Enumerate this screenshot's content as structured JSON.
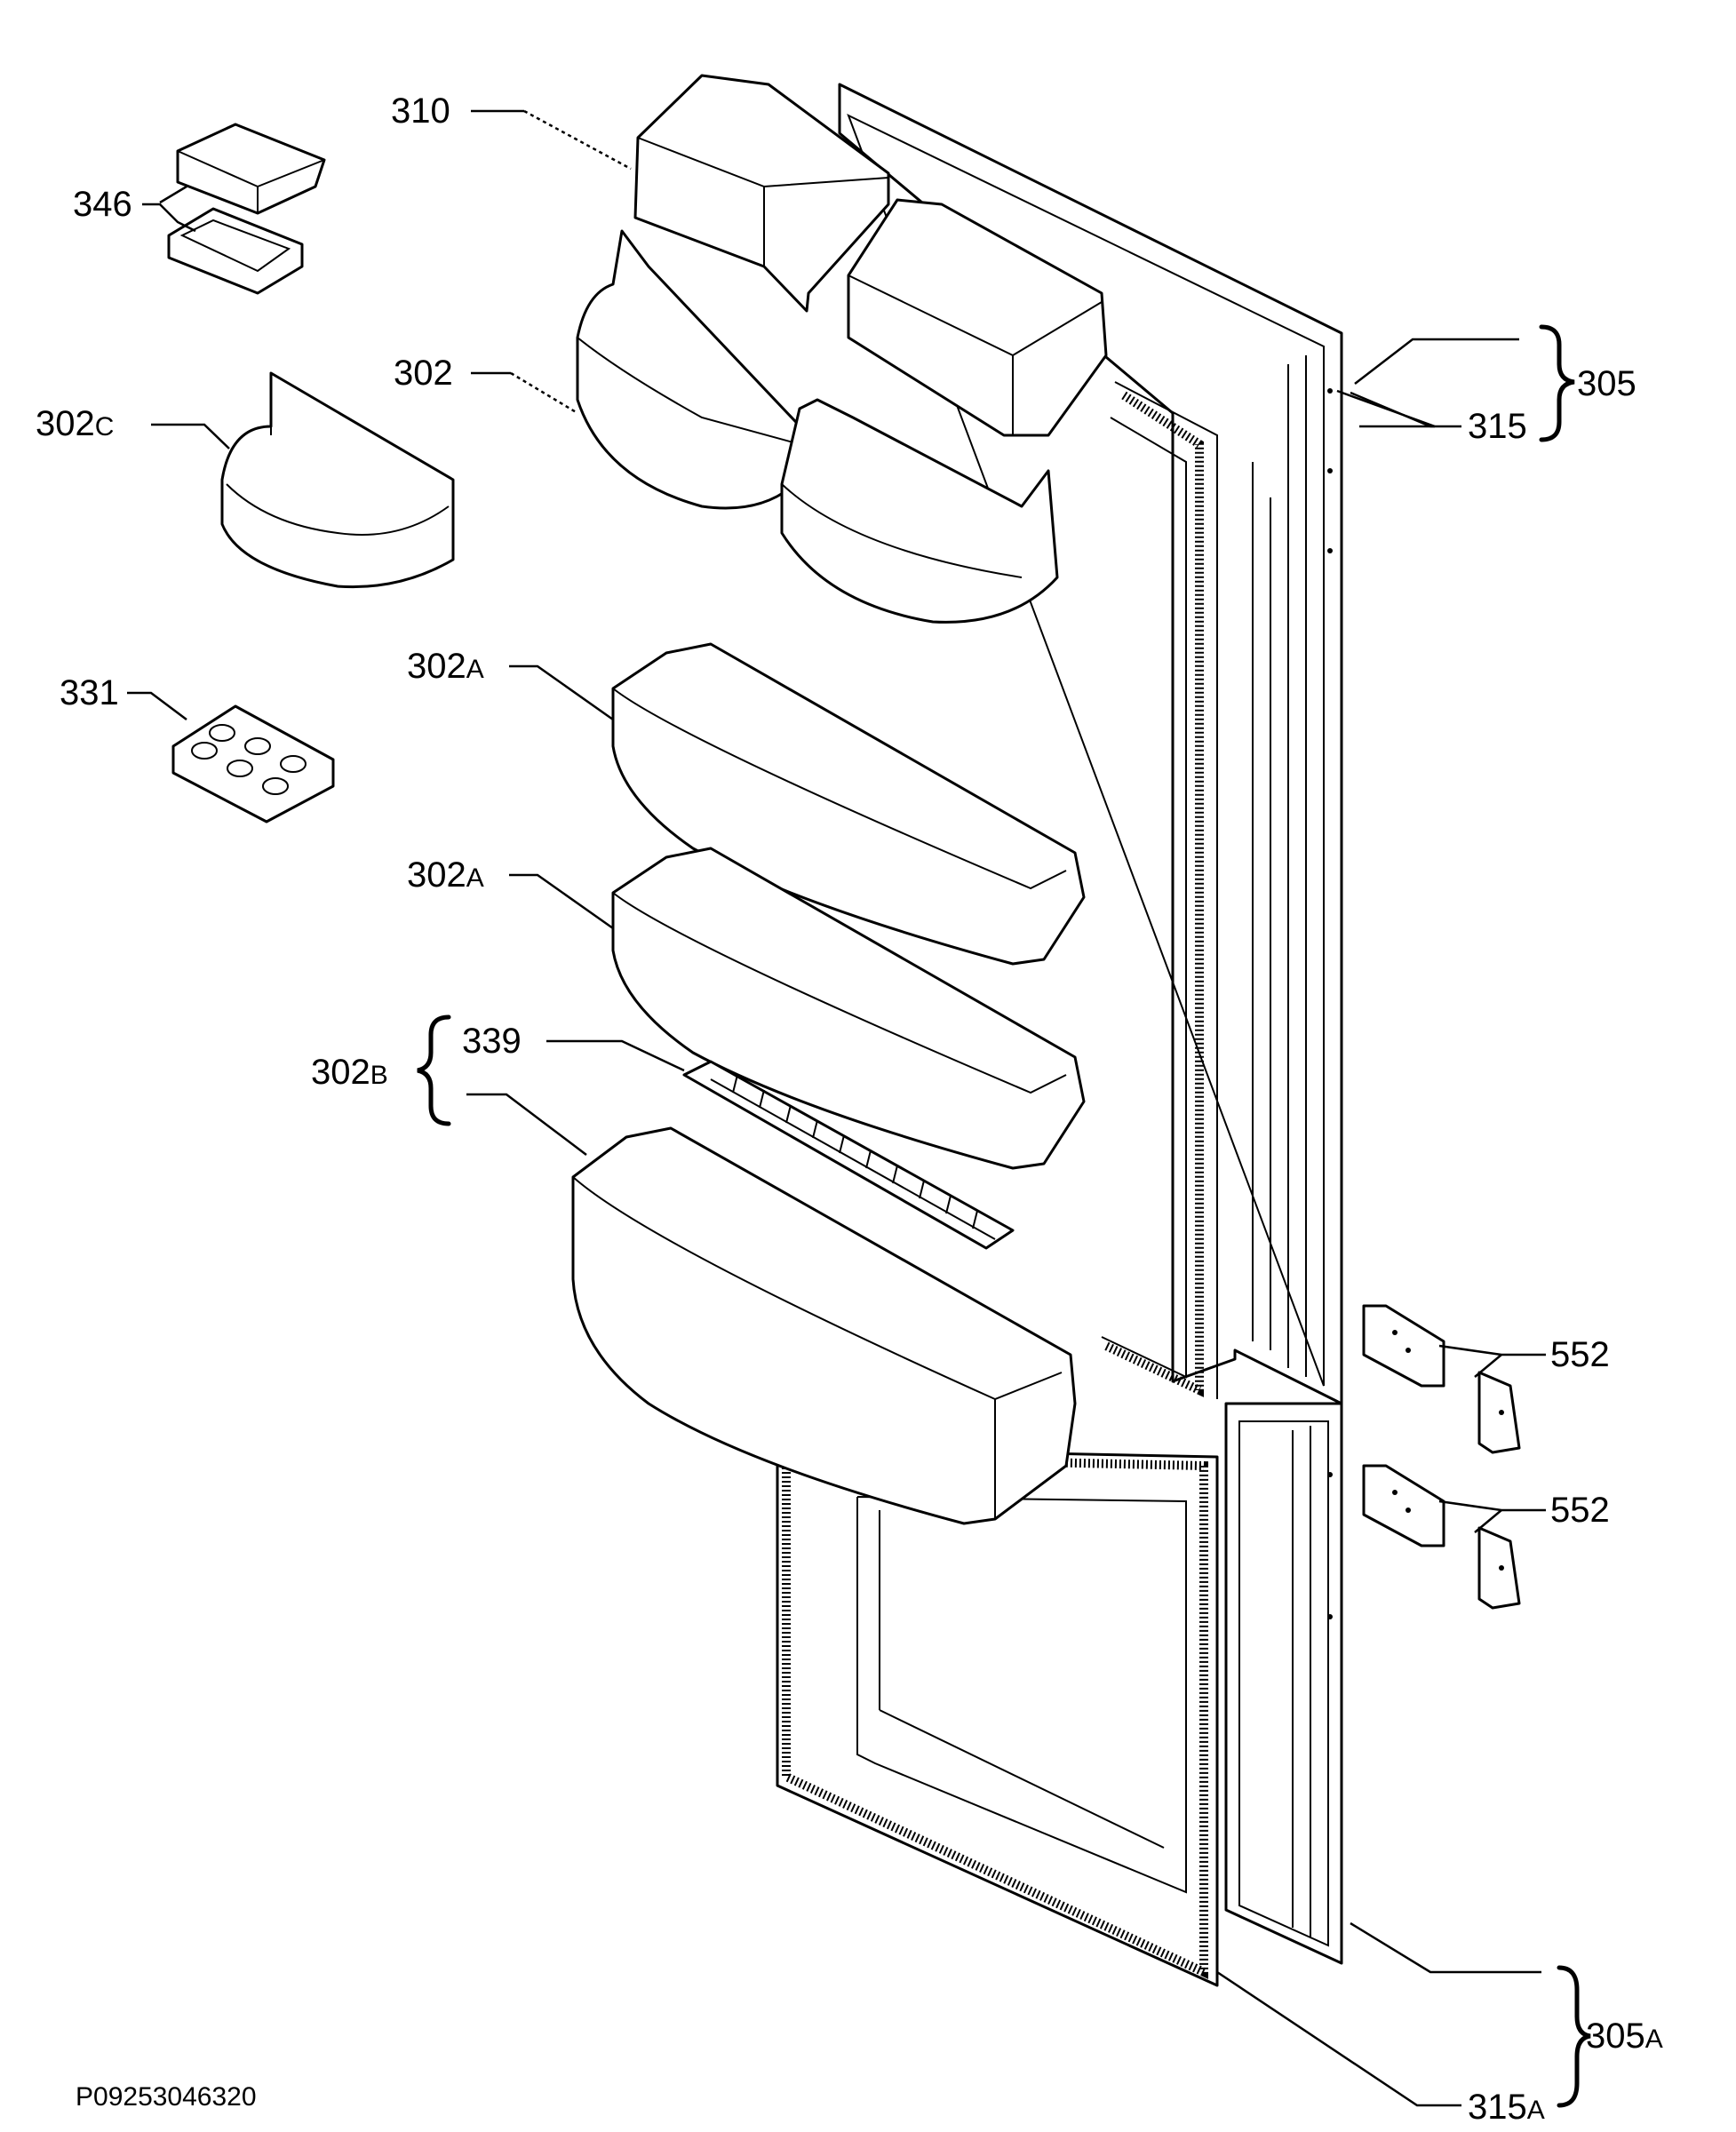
{
  "diagram": {
    "reference_code": "P09253046320",
    "callouts": {
      "c310": "310",
      "c346": "346",
      "c302": "302",
      "c302c_num": "302",
      "c302c_suf": "C",
      "c331": "331",
      "c302a1_num": "302",
      "c302a1_suf": "A",
      "c302a2_num": "302",
      "c302a2_suf": "A",
      "c302b_num": "302",
      "c302b_suf": "B",
      "c339": "339",
      "c305": "305",
      "c315": "315",
      "c552a": "552",
      "c552b": "552",
      "c305a_num": "305",
      "c305a_suf": "A",
      "c315a_num": "315",
      "c315a_suf": "A"
    }
  }
}
